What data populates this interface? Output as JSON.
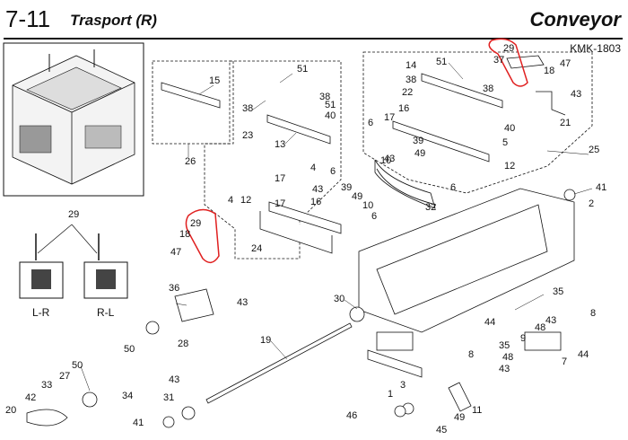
{
  "header": {
    "number": "7-11",
    "title": "Trasport (R)",
    "section": "Conveyor",
    "code": "KMK-1803"
  },
  "variants": {
    "left": "L-R",
    "right": "R-L"
  },
  "colors": {
    "ink": "#111111",
    "highlight": "#e02020"
  },
  "callouts": [
    "15",
    "26",
    "51",
    "38",
    "13",
    "23",
    "38",
    "51",
    "40",
    "4",
    "6",
    "16",
    "43",
    "17",
    "12",
    "39",
    "49",
    "10",
    "6",
    "24",
    "14",
    "51",
    "22",
    "38",
    "6",
    "17",
    "43",
    "16",
    "39",
    "49",
    "10",
    "6",
    "5",
    "12",
    "40",
    "38",
    "43",
    "21",
    "25",
    "29",
    "37",
    "18",
    "47",
    "32",
    "41",
    "2",
    "29",
    "18",
    "47",
    "29",
    "36",
    "43",
    "28",
    "50",
    "30",
    "19",
    "35",
    "44",
    "43",
    "48",
    "9",
    "8",
    "35",
    "48",
    "43",
    "7",
    "44",
    "8",
    "3",
    "1",
    "11",
    "46",
    "49",
    "45",
    "50",
    "27",
    "33",
    "34",
    "42",
    "20",
    "43",
    "31",
    "41",
    "17",
    "4"
  ]
}
